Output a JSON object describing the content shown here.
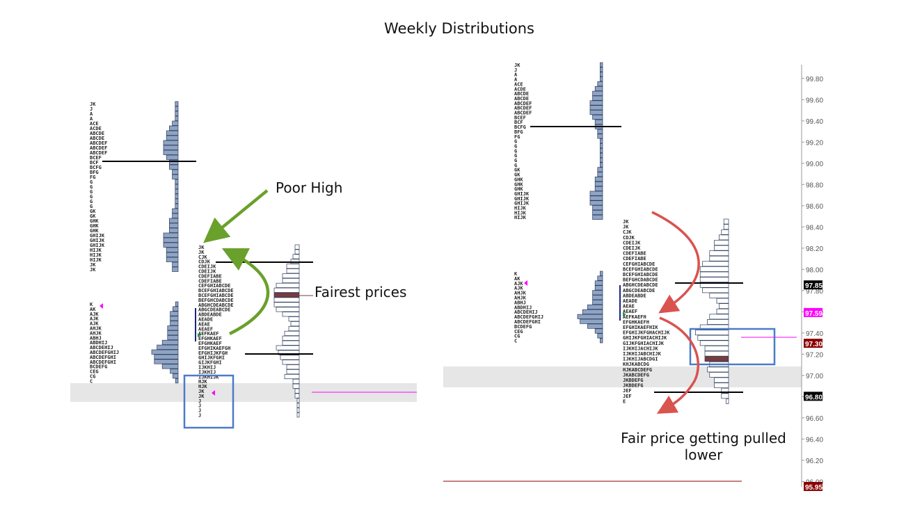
{
  "title": "Weekly Distributions",
  "annotations": {
    "poor_high": "Poor High",
    "fairest_prices": "Fairest prices",
    "fair_price_pulled_lower": [
      "Fair price getting pulled",
      "lower"
    ]
  },
  "colors": {
    "histogram_fill": "#8fa4c4",
    "histogram_stroke": "#2a3a5a",
    "open_bar_fill": "#ffffff",
    "poc_bar": "#7a3b3b",
    "gray_band": "#e6e6e6",
    "green_arrow": "#6aa02c",
    "red_arrow": "#d9534f",
    "box": "#4a7cc7",
    "magenta": "#ff00ff",
    "value_area_bar": "#1a237e"
  },
  "chart_data": {
    "type": "bar",
    "y_axis": {
      "ticks": [
        "99.80",
        "99.60",
        "99.40",
        "99.20",
        "99.00",
        "98.80",
        "98.60",
        "98.40",
        "98.20",
        "98.00",
        "97.80",
        "97.60",
        "97.40",
        "97.20",
        "97.00",
        "96.80",
        "96.60",
        "96.40",
        "96.20",
        "96.00"
      ],
      "range": [
        95.95,
        99.93
      ]
    },
    "price_badges": [
      {
        "label": "97.85",
        "value": 97.85,
        "color": "#000000"
      },
      {
        "label": "97.59",
        "value": 97.59,
        "color": "#ff00ff"
      },
      {
        "label": "97.30",
        "value": 97.3,
        "color": "#8b0000"
      },
      {
        "label": "96.80",
        "value": 96.8,
        "color": "#000000"
      },
      {
        "label": "95.95",
        "value": 95.95,
        "color": "#8b0000"
      }
    ],
    "panels": [
      {
        "name": "left",
        "profiles": [
          {
            "letters": [
              "JK",
              "J",
              "A",
              "A",
              "ACE",
              "ACDE",
              "ABCDE",
              "ABCDE",
              "ABCDEF",
              "ABCDEF",
              "ABCDEF",
              "BCEF",
              "BCF",
              "BCFG",
              "BFG",
              "FG",
              "G",
              "G",
              "G",
              "G",
              "G",
              "G",
              "GK",
              "GK",
              "GHK",
              "GHK",
              "GHK",
              "GHIJK",
              "GHIJK",
              "GHIJK",
              "HIJK",
              "HIJK",
              "HIJK",
              "JK",
              "JK"
            ],
            "counts": [
              1,
              1,
              1,
              1,
              2,
              3,
              4,
              4,
              5,
              5,
              5,
              4,
              3,
              3,
              2,
              2,
              1,
              1,
              1,
              1,
              1,
              1,
              2,
              2,
              3,
              3,
              3,
              5,
              5,
              5,
              4,
              4,
              4,
              2,
              2
            ]
          },
          {
            "letters": [
              "K",
              "AK",
              "AJK",
              "AJK",
              "AJK",
              "AHJK",
              "AHJK",
              "ABHJ",
              "ABDHIJ",
              "ABCDEHIJ",
              "ABCDEFGHIJ",
              "ABCDEFGHI",
              "ABCDEFGHI",
              "BCDEFG",
              "CEG",
              "CG",
              "C"
            ],
            "counts": [
              1,
              2,
              3,
              3,
              3,
              4,
              4,
              4,
              6,
              8,
              10,
              9,
              9,
              6,
              3,
              2,
              1
            ]
          },
          {
            "letters": [
              "JK",
              "JK",
              "CJK",
              "CDJK",
              "CDEIJK",
              "CDEIJK",
              "CDEFIABE",
              "CDEFIABE",
              "CEFGHIABCDE",
              "BCEFGHIABCDE",
              "BCEFGHIABCDE",
              "BEFGHCDABCDE",
              "ABGHCDEABCDE",
              "ABGCDEABCDE",
              "ABDEABDE",
              "AEADE",
              "AEAE",
              "AEAEF",
              "AEFKAEF",
              "EFGHKAEF",
              "EFGHKAEF",
              "EFGHIKAEFGH",
              "EFGHIJKFGH",
              "GHIJKFGHI",
              "GIJKFGHI",
              "IJKHIJ",
              "IJKHIJ",
              "IJKHIJK",
              "HJK",
              "HJK",
              "JK",
              "JK",
              "J",
              "J",
              "J",
              "J"
            ],
            "counts": [
              2,
              2,
              3,
              4,
              6,
              6,
              8,
              8,
              11,
              12,
              12,
              12,
              12,
              11,
              8,
              5,
              4,
              5,
              7,
              8,
              8,
              11,
              10,
              9,
              8,
              6,
              6,
              7,
              3,
              3,
              2,
              2,
              1,
              1,
              1,
              1
            ]
          }
        ]
      },
      {
        "name": "right",
        "profiles": [
          {
            "letters": [
              "JK",
              "J",
              "A",
              "A",
              "ACE",
              "ACDE",
              "ABCDE",
              "ABCDE",
              "ABCDEF",
              "ABCDEF",
              "ABCDEF",
              "BCEF",
              "BCF",
              "BCFG",
              "BFG",
              "FG",
              "G",
              "G",
              "G",
              "G",
              "G",
              "G",
              "GK",
              "GK",
              "GHK",
              "GHK",
              "GHK",
              "GHIJK",
              "GHIJK",
              "GHIJK",
              "HIJK",
              "HIJK",
              "HIJK"
            ],
            "counts": [
              1,
              1,
              1,
              1,
              2,
              3,
              4,
              4,
              5,
              5,
              5,
              4,
              3,
              3,
              2,
              2,
              1,
              1,
              1,
              1,
              1,
              1,
              2,
              2,
              3,
              3,
              3,
              5,
              5,
              5,
              4,
              4,
              4
            ]
          },
          {
            "letters": [
              "K",
              "AK",
              "AJK",
              "AJK",
              "AHJK",
              "AHJK",
              "ABHJ",
              "ABDHIJ",
              "ABCDEHIJ",
              "ABCDEFGHIJ",
              "ABCDEFGHI",
              "BCDEFG",
              "CEG",
              "CG",
              "C"
            ],
            "counts": [
              1,
              2,
              3,
              3,
              4,
              4,
              4,
              6,
              8,
              10,
              9,
              6,
              3,
              2,
              1
            ]
          },
          {
            "letters": [
              "JK",
              "JK",
              "CJK",
              "CDJK",
              "CDEIJK",
              "CDEIJK",
              "CDEFIABE",
              "CDEFIABE",
              "CEFGHIABCDE",
              "BCEFGHIABCDE",
              "BCEFGHIABCDE",
              "BEFGHCDABCDE",
              "ABGHCDEABCDE",
              "ABGCDEABCDE",
              "ABDEABDE",
              "AEADE",
              "AEAE",
              "AEAEF",
              "AEFKAEFH",
              "EFGHKAEFH",
              "EFGHIKAEFHIK",
              "EFGHIJKFGHACHIJK",
              "GHIJKFGHIACHIJK",
              "GIJKFGHIACHIJK",
              "IJKHIJACHIJK",
              "IJKHIJABCHIJK",
              "IJKHIJABCDGI",
              "KHJKABCDG",
              "HJKABCDEFG",
              "JKABCDEFG",
              "JKBDEFG",
              "JKBDEFG",
              "JEF",
              "JEF",
              "E"
            ],
            "counts": [
              2,
              2,
              3,
              4,
              6,
              6,
              8,
              8,
              11,
              12,
              12,
              12,
              12,
              11,
              8,
              5,
              4,
              5,
              8,
              9,
              12,
              14,
              13,
              12,
              10,
              10,
              10,
              8,
              9,
              8,
              6,
              6,
              3,
              3,
              1
            ]
          }
        ]
      }
    ]
  }
}
